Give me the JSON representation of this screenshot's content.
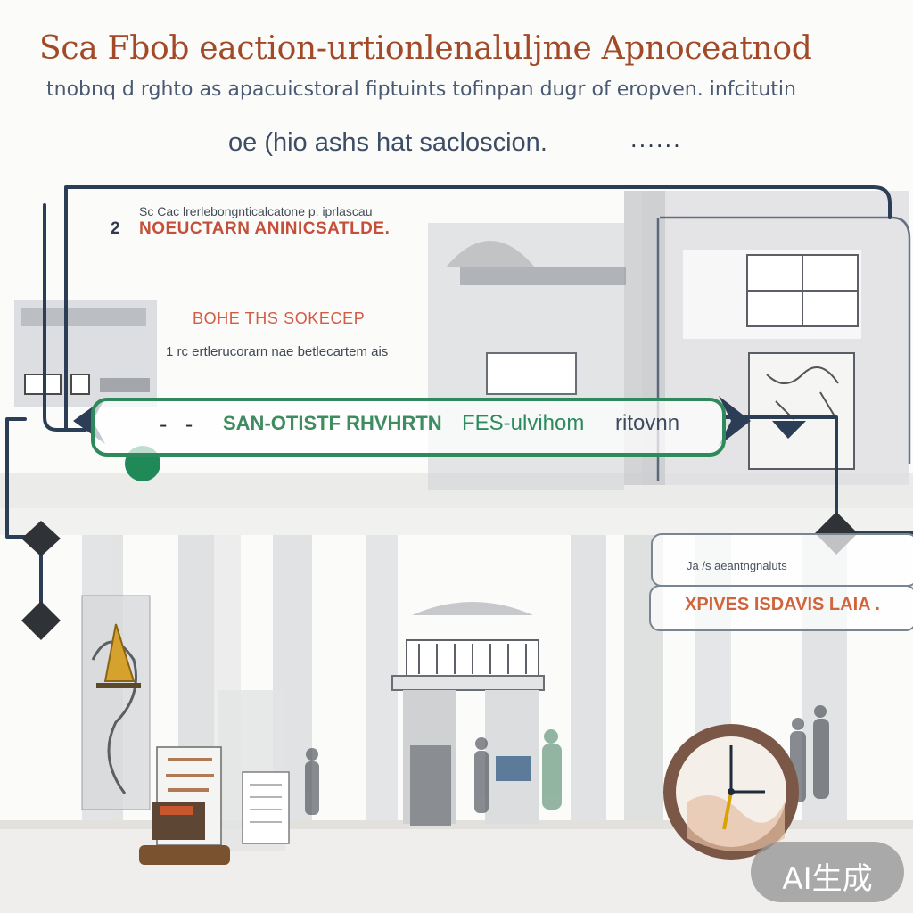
{
  "header": {
    "title": "Sca Fbob eaction-urtionlenaluljme Apnoceatnod",
    "subtitle": "tnobnq d rghto as apacuicstoral fiptuints tofinpan dugr of eropven. infcitutin",
    "subline": "oe (hio ashs hat sacloscion.",
    "dots": "......"
  },
  "panel": {
    "small_text": "Sc Cac lrerlebongnticalcatone p. iprlascau",
    "number": "2",
    "heading": "NOEUCTARN ANINICSATLDE.",
    "subheading": "BOHE THS SOKECEP",
    "line": "1 rc ertlerucorarn nae betlecartem ais"
  },
  "banner": {
    "dash": "- -",
    "text_a": "SAN-OTISTF RHVHRTN",
    "text_b": "FES-ulvihom",
    "text_c": "ritovnn"
  },
  "cards": {
    "card1_text": "Ja /s aeantngnaluts",
    "card2_text": "XPIVES ISDAVIS LAIA ."
  },
  "badge": {
    "label": "AI生成"
  },
  "colors": {
    "title": "#a24a28",
    "navy_line": "#2c3e56",
    "green_line": "#2e8a5c",
    "accent_red": "#c4503a",
    "badge_bg": "#969696"
  },
  "icons": [
    "diamond-connector-icon",
    "arrow-right-icon",
    "green-node-icon",
    "clock-icon",
    "sailboat-icon"
  ]
}
